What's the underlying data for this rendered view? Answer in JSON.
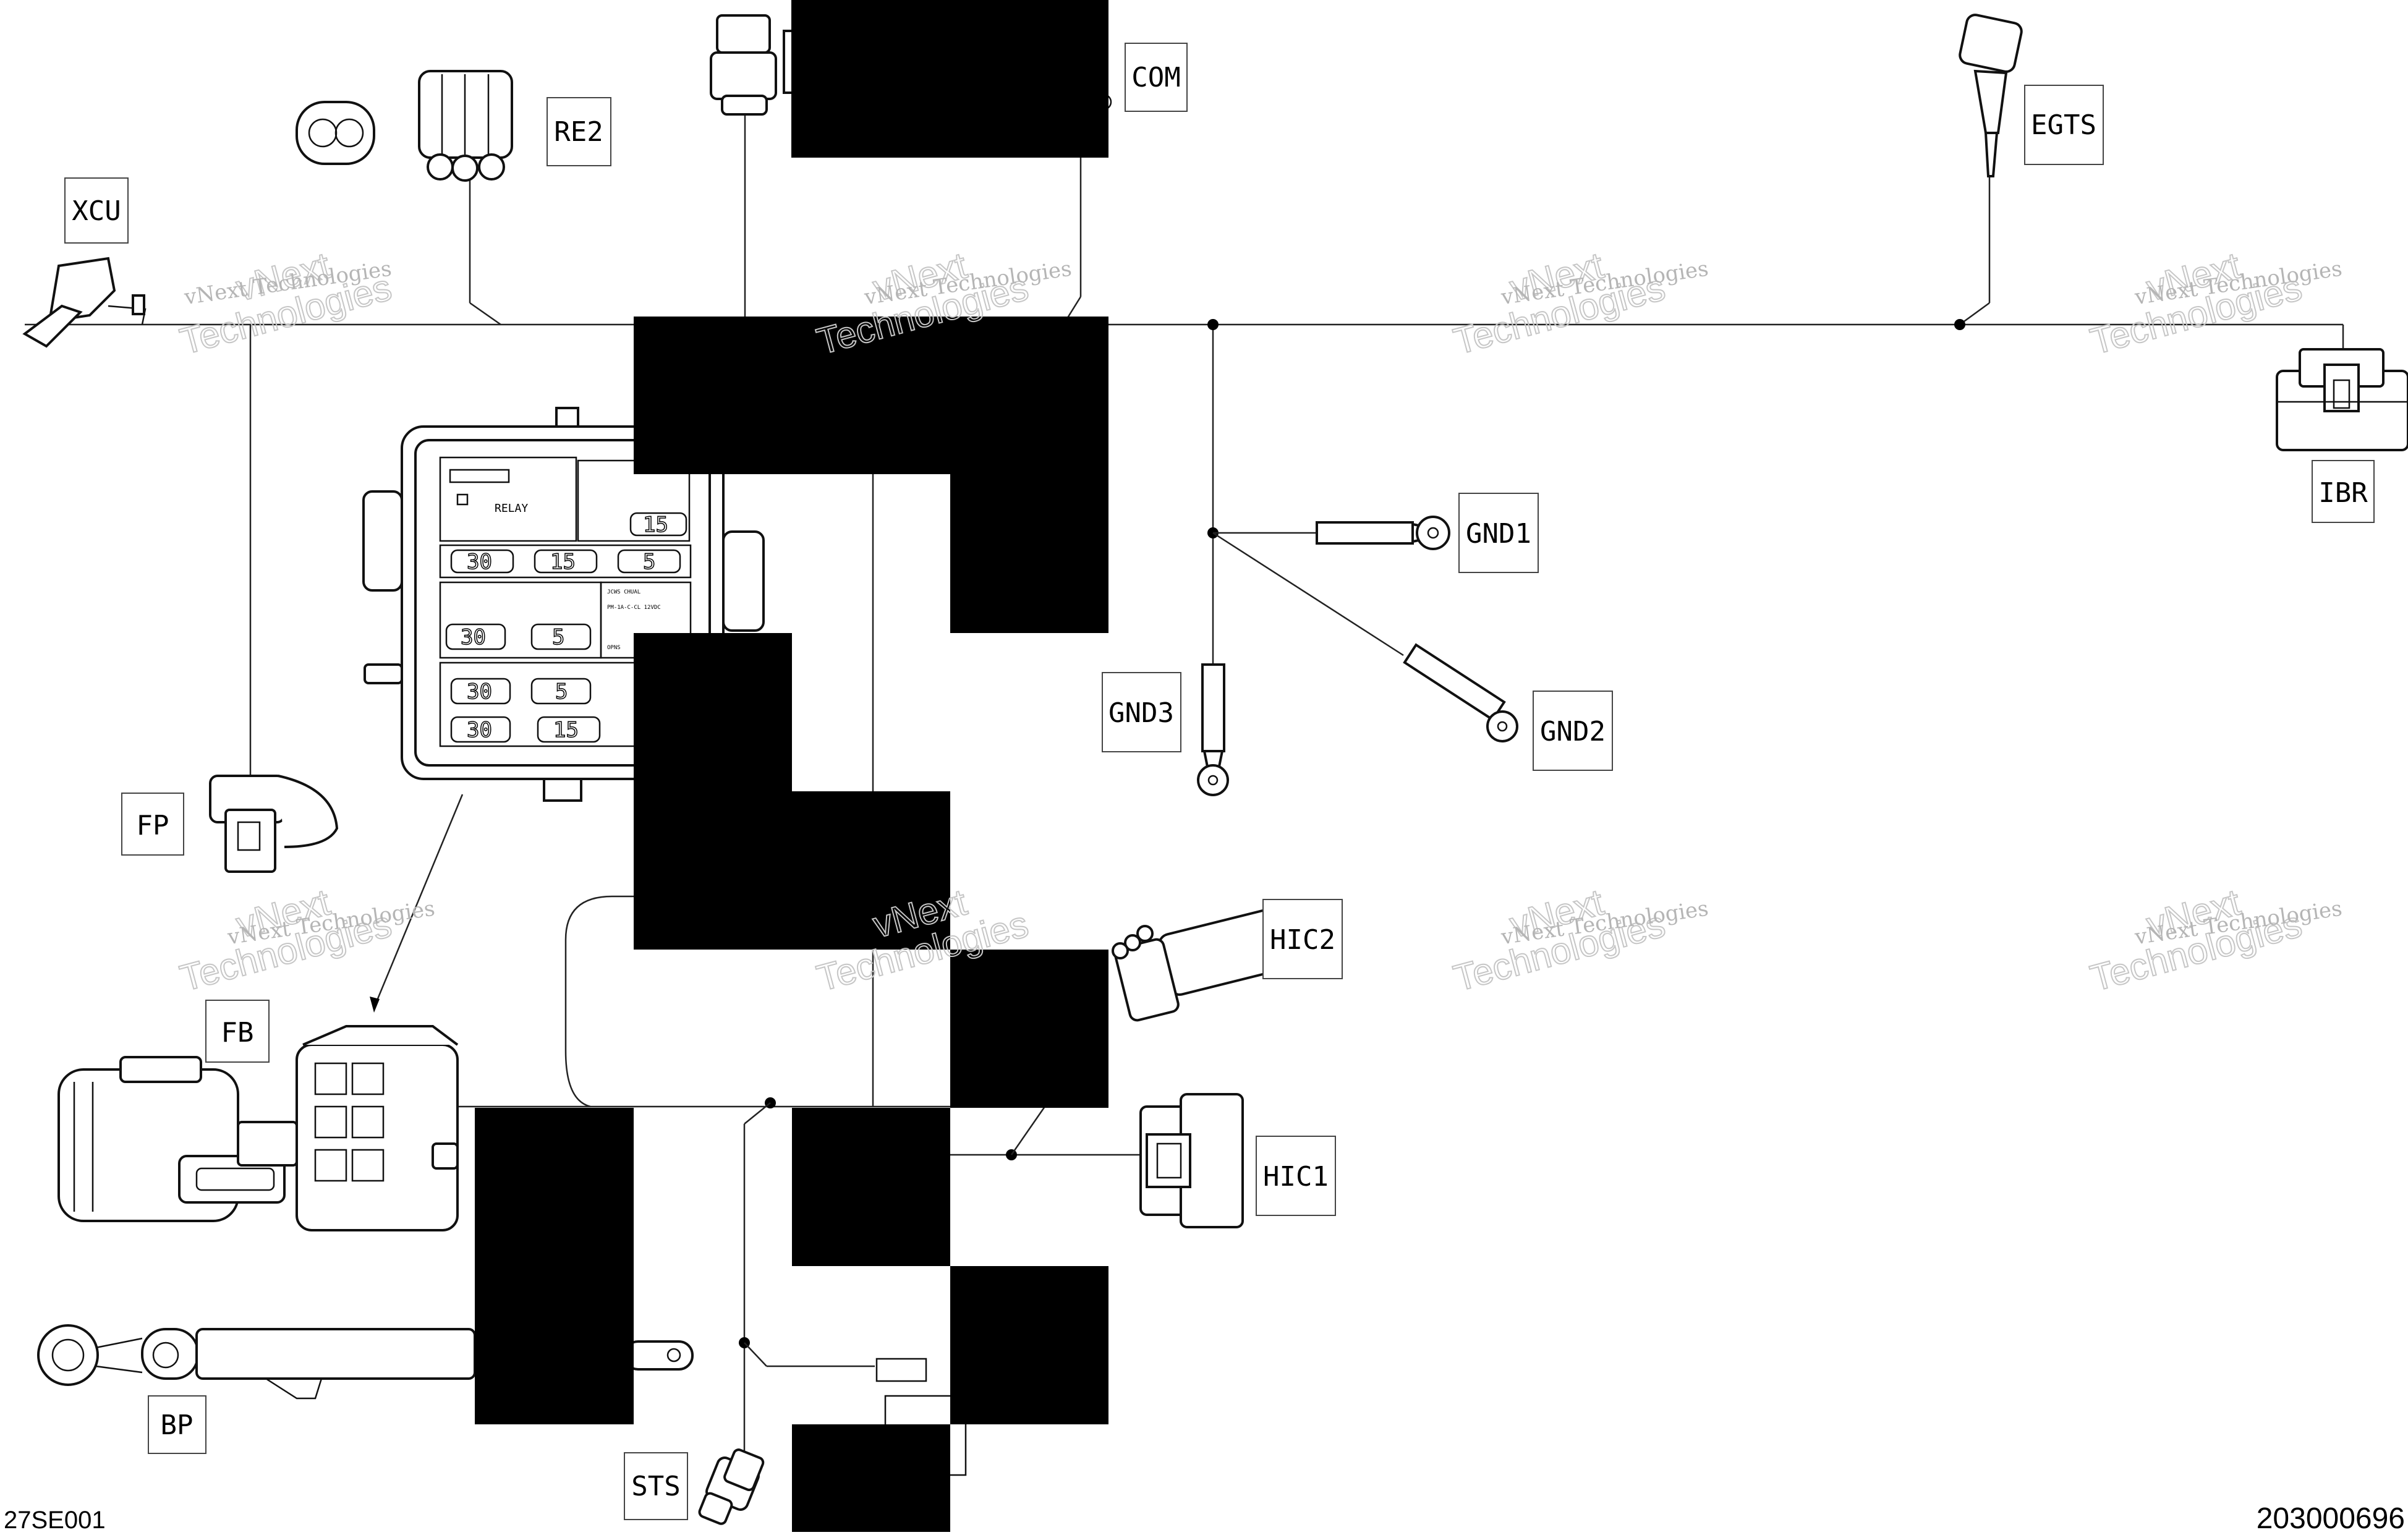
{
  "labels": {
    "COM": "COM",
    "EGTS": "EGTS",
    "RE2": "RE2",
    "XCU": "XCU",
    "IBR": "IBR",
    "GND1": "GND1",
    "GND2": "GND2",
    "GND3": "GND3",
    "FP": "FP",
    "FB": "FB",
    "HIC2": "HIC2",
    "HIC1": "HIC1",
    "BP": "BP",
    "STS": "STS"
  },
  "fusebox": {
    "relay_text": "RELAY",
    "fuses": [
      "30",
      "15",
      "5",
      "15",
      "30",
      "5",
      "30",
      "5",
      "30",
      "15"
    ],
    "spec_text_1": "JCWS CHUAL",
    "spec_text_2": "PM-1A-C-CL 12VDC",
    "spec_text_3": "OPNS"
  },
  "watermark": {
    "line1": "vNext",
    "line2": "Technologies",
    "line3": "vNext Technologies"
  },
  "footer": {
    "left_code": "27SE001",
    "right_code": "203000696"
  }
}
